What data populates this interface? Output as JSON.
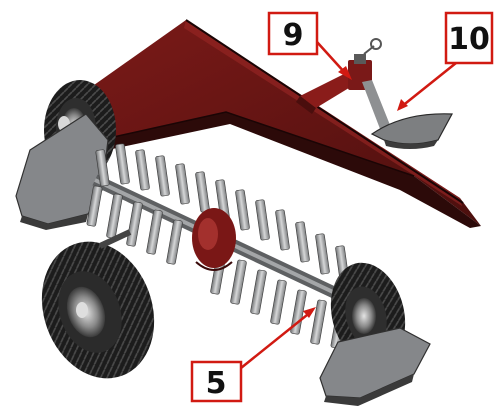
{
  "figure": {
    "callouts": [
      {
        "id": "callout-9",
        "label": "9"
      },
      {
        "id": "callout-10",
        "label": "10"
      },
      {
        "id": "callout-5",
        "label": "5"
      }
    ]
  },
  "colors": {
    "callout_border": "#d11a12",
    "leader_line": "#d11a12",
    "frame_red": "#6e1514",
    "frame_red_dark": "#3e0c0b",
    "metal_gray": "#8e9092",
    "metal_light": "#c9cacb",
    "tire_black": "#1a1a1a"
  }
}
